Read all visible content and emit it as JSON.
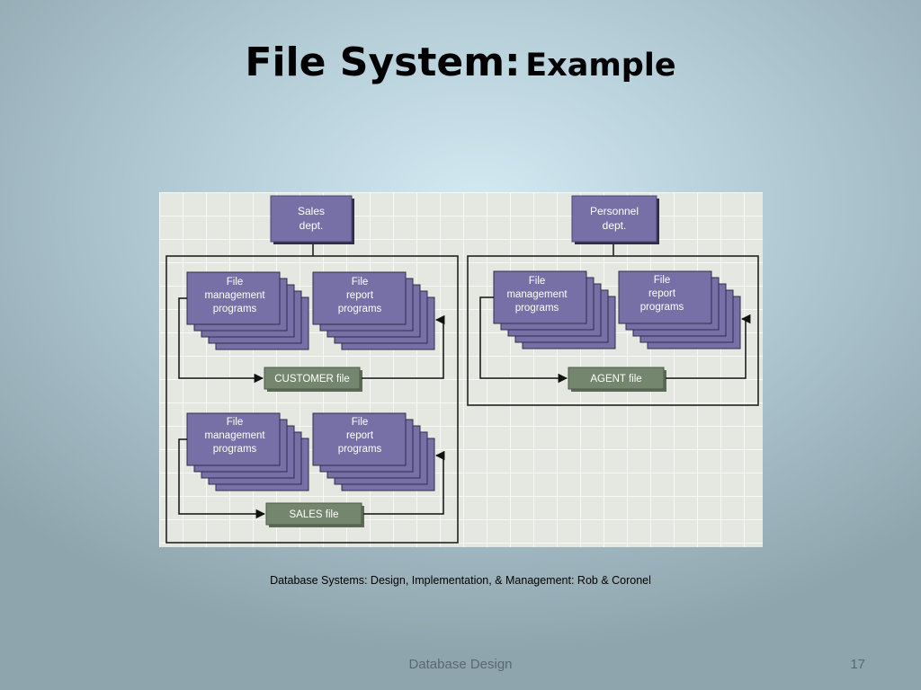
{
  "slide": {
    "title_main": "File System:",
    "title_sub": "Example",
    "caption": "Database Systems: Design, Implementation, & Management: Rob & Coronel",
    "footer": "Database Design",
    "page_number": "17"
  },
  "diagram": {
    "sales_dept": [
      "Sales",
      "dept."
    ],
    "personnel_dept": [
      "Personnel",
      "dept."
    ],
    "file_mgmt_programs": [
      "File",
      "management",
      "programs"
    ],
    "file_report_programs": [
      "File",
      "report",
      "programs"
    ],
    "customer_file": "CUSTOMER file",
    "sales_file": "SALES file",
    "agent_file": "AGENT file"
  },
  "colors": {
    "program_box": "#7670a6",
    "program_shadow": "#2f2c48",
    "file_box": "#74866d",
    "dept_box": "#7670a6"
  }
}
